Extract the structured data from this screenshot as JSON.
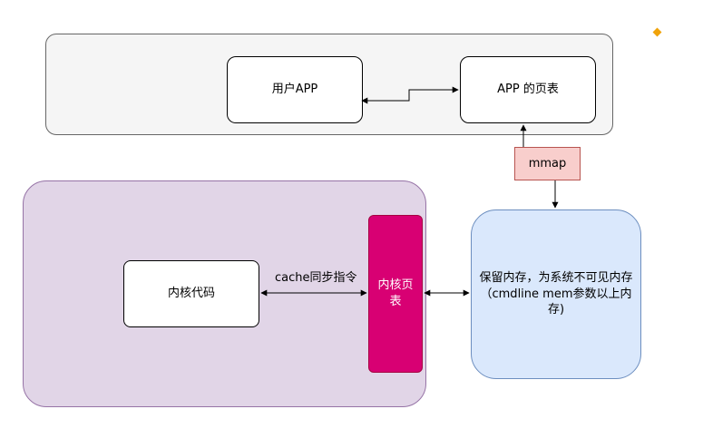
{
  "nodes": {
    "user_app": "用户APP",
    "app_page_table": "APP 的页表",
    "mmap": "mmap",
    "kernel_code": "内核代码",
    "kernel_page_table": "内核页表",
    "reserved_memory": "保留内存，为系统不可见内存（cmdline mem参数以上内存)"
  },
  "edge_labels": {
    "cache_sync": "cache同步指令"
  },
  "colors": {
    "user_container_fill": "#f5f5f5",
    "kernel_container_fill": "#e1d5e7",
    "kernel_page_table_fill": "#d80073",
    "mmap_fill": "#f8cecc",
    "reserved_memory_fill": "#dae8fc",
    "marker": "#f0a30a"
  }
}
